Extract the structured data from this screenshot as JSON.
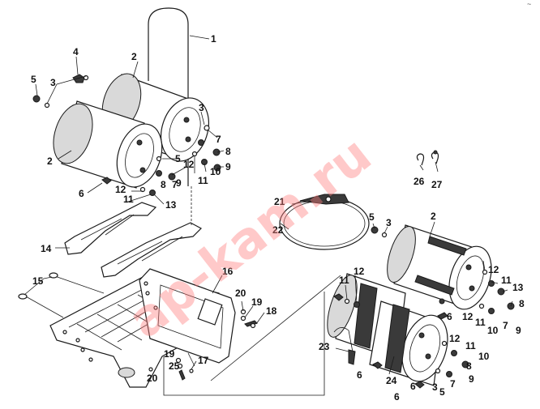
{
  "watermark": "ap-kam.ru",
  "corner_mark": "~",
  "callouts": [
    {
      "id": "c1",
      "label": "1"
    },
    {
      "id": "c2a",
      "label": "2"
    },
    {
      "id": "c2b",
      "label": "2"
    },
    {
      "id": "c2c",
      "label": "2"
    },
    {
      "id": "c3a",
      "label": "3"
    },
    {
      "id": "c3b",
      "label": "3"
    },
    {
      "id": "c3c",
      "label": "3"
    },
    {
      "id": "c3d",
      "label": "3"
    },
    {
      "id": "c4",
      "label": "4"
    },
    {
      "id": "c5a",
      "label": "5"
    },
    {
      "id": "c5b",
      "label": "5"
    },
    {
      "id": "c5c",
      "label": "5"
    },
    {
      "id": "c5d",
      "label": "5"
    },
    {
      "id": "c6a",
      "label": "6"
    },
    {
      "id": "c6b",
      "label": "6"
    },
    {
      "id": "c6c",
      "label": "6"
    },
    {
      "id": "c6d",
      "label": "6"
    },
    {
      "id": "c6e",
      "label": "6"
    },
    {
      "id": "c7a",
      "label": "7"
    },
    {
      "id": "c7b",
      "label": "7"
    },
    {
      "id": "c7c",
      "label": "7"
    },
    {
      "id": "c7d",
      "label": "7"
    },
    {
      "id": "c8a",
      "label": "8"
    },
    {
      "id": "c8b",
      "label": "8"
    },
    {
      "id": "c8c",
      "label": "8"
    },
    {
      "id": "c8d",
      "label": "8"
    },
    {
      "id": "c9a",
      "label": "9"
    },
    {
      "id": "c9b",
      "label": "9"
    },
    {
      "id": "c9c",
      "label": "9"
    },
    {
      "id": "c9d",
      "label": "9"
    },
    {
      "id": "c10a",
      "label": "10"
    },
    {
      "id": "c10b",
      "label": "10"
    },
    {
      "id": "c10c",
      "label": "10"
    },
    {
      "id": "c11a",
      "label": "11"
    },
    {
      "id": "c11b",
      "label": "11"
    },
    {
      "id": "c11c",
      "label": "11"
    },
    {
      "id": "c11d",
      "label": "11"
    },
    {
      "id": "c11e",
      "label": "11"
    },
    {
      "id": "c11f",
      "label": "11"
    },
    {
      "id": "c12a",
      "label": "12"
    },
    {
      "id": "c12b",
      "label": "12"
    },
    {
      "id": "c12c",
      "label": "12"
    },
    {
      "id": "c12d",
      "label": "12"
    },
    {
      "id": "c12e",
      "label": "12"
    },
    {
      "id": "c12f",
      "label": "12"
    },
    {
      "id": "c13a",
      "label": "13"
    },
    {
      "id": "c13b",
      "label": "13"
    },
    {
      "id": "c14",
      "label": "14"
    },
    {
      "id": "c15",
      "label": "15"
    },
    {
      "id": "c16",
      "label": "16"
    },
    {
      "id": "c17",
      "label": "17"
    },
    {
      "id": "c18",
      "label": "18"
    },
    {
      "id": "c19a",
      "label": "19"
    },
    {
      "id": "c19b",
      "label": "19"
    },
    {
      "id": "c20a",
      "label": "20"
    },
    {
      "id": "c20b",
      "label": "20"
    },
    {
      "id": "c21",
      "label": "21"
    },
    {
      "id": "c22",
      "label": "22"
    },
    {
      "id": "c23",
      "label": "23"
    },
    {
      "id": "c24",
      "label": "24"
    },
    {
      "id": "c25",
      "label": "25"
    },
    {
      "id": "c26",
      "label": "26"
    },
    {
      "id": "c27",
      "label": "27"
    }
  ]
}
